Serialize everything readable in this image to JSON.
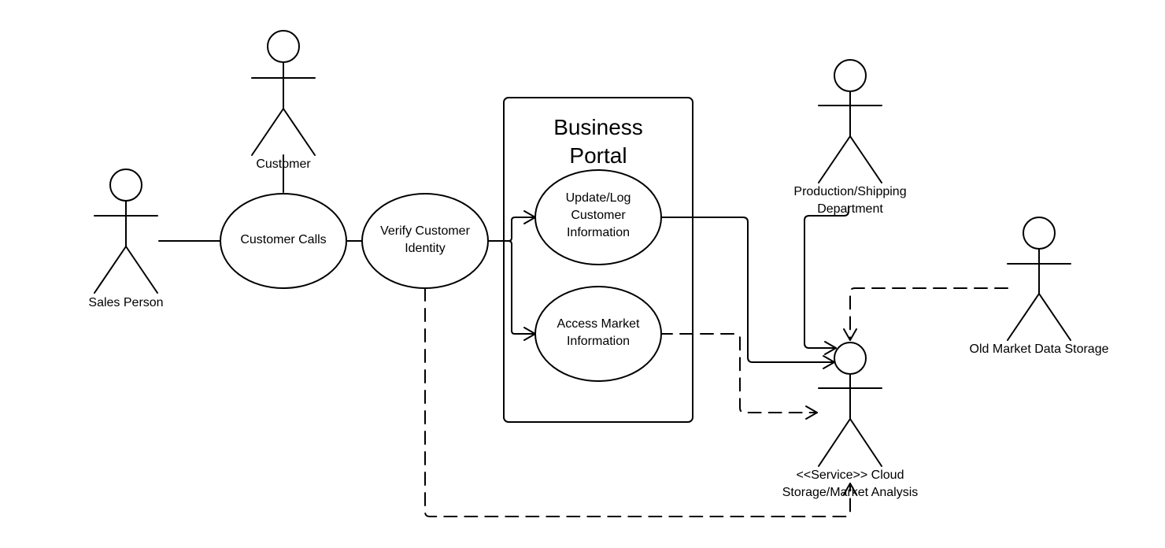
{
  "diagram": {
    "boundary": {
      "title_line1": "Business",
      "title_line2": "Portal"
    },
    "actors": {
      "customer": "Customer",
      "sales_person": "Sales Person",
      "production_line1": "Production/Shipping",
      "production_line2": "Department",
      "old_market": "Old Market Data Storage",
      "cloud_line1": "<<Service>> Cloud",
      "cloud_line2": "Storage/Market Analysis"
    },
    "use_cases": {
      "customer_calls": "Customer Calls",
      "verify_line1": "Verify Customer",
      "verify_line2": "Identity",
      "update_line1": "Update/Log",
      "update_line2": "Customer",
      "update_line3": "Information",
      "access_line1": "Access Market",
      "access_line2": "Information"
    }
  }
}
